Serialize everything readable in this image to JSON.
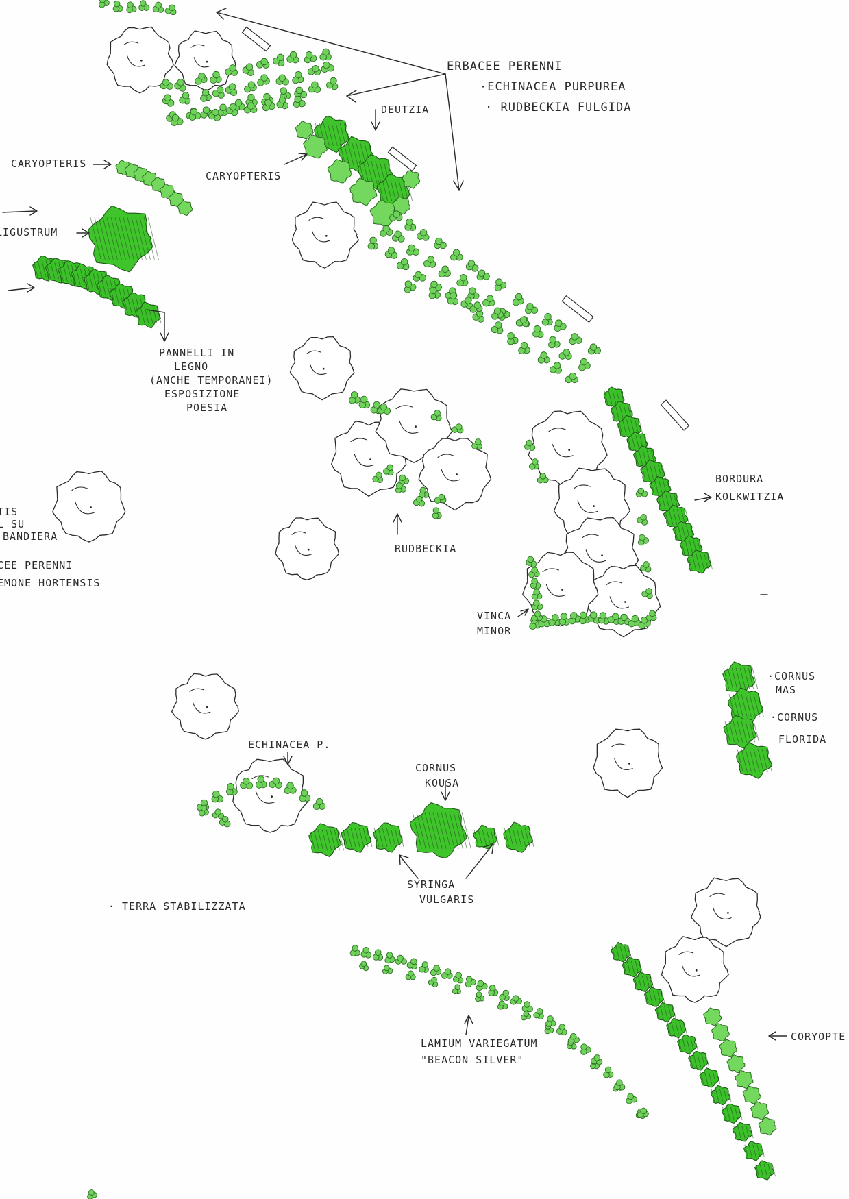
{
  "colors": {
    "foliage_dark": "#3fc42c",
    "foliage_light": "#74d85e",
    "ink": "#2a2a2a",
    "paper": "#fefefe"
  },
  "labels": {
    "erbacee_title": "ERBACEE PERENNI",
    "erbacee_item1": "·ECHINACEA PURPUREA",
    "erbacee_item2": "· RUDBECKIA FULGIDA",
    "deutzia": "DEUTZIA",
    "caryopteris_left": "CARYOPTERIS",
    "caryopteris_mid": "CARYOPTERIS",
    "ligustrum": "LIGUSTRUM",
    "pannelli": [
      "PANNELLI IN",
      "LEGNO",
      "(ANCHE TEMPORANEI)",
      "ESPOSIZIONE",
      "POESIA"
    ],
    "left_note": [
      "TIS",
      "L SU",
      "BANDIERA"
    ],
    "left_erbacee": "CEE PERENNI",
    "left_anemone": "EMONE HORTENSIS",
    "rudbeckia": "RUDBECKIA",
    "bordura": [
      "BORDURA",
      "KOLKWITZIA"
    ],
    "vinca": [
      "VINCA",
      "MINOR"
    ],
    "cornus_mas": [
      "·CORNUS",
      "MAS"
    ],
    "cornus_florida": [
      "·CORNUS",
      "FLORIDA"
    ],
    "echinacea_p": "ECHINACEA P.",
    "cornus_kousa": [
      "CORNUS",
      "KOUSA"
    ],
    "syringa": [
      "SYRINGA",
      "VULGARIS"
    ],
    "terra": "· TERRA STABILIZZATA",
    "lamium": [
      "LAMIUM VARIEGATUM",
      "\"BEACON SILVER\""
    ],
    "caryopteris_right": "CORYOPTE"
  }
}
